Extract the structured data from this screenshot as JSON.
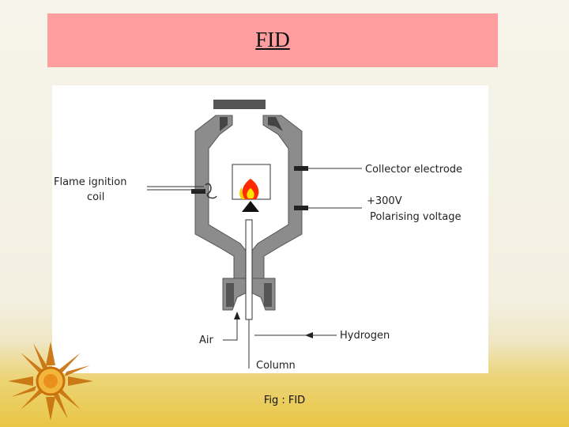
{
  "slide": {
    "title": "FID",
    "caption": "Fig : FID"
  },
  "diagram": {
    "labels": {
      "flame_ignition_coil_line1": "Flame ignition",
      "flame_ignition_coil_line2": "coil",
      "collector_electrode": "Collector electrode",
      "voltage": "+300V",
      "polarising_voltage": "Polarising voltage",
      "air": "Air",
      "hydrogen": "Hydrogen",
      "column": "Column"
    },
    "colors": {
      "housing": "#8c8c8c",
      "flame_outer": "#ff2a00",
      "flame_inner": "#ffe600",
      "title_band": "#ff9e9e"
    }
  }
}
